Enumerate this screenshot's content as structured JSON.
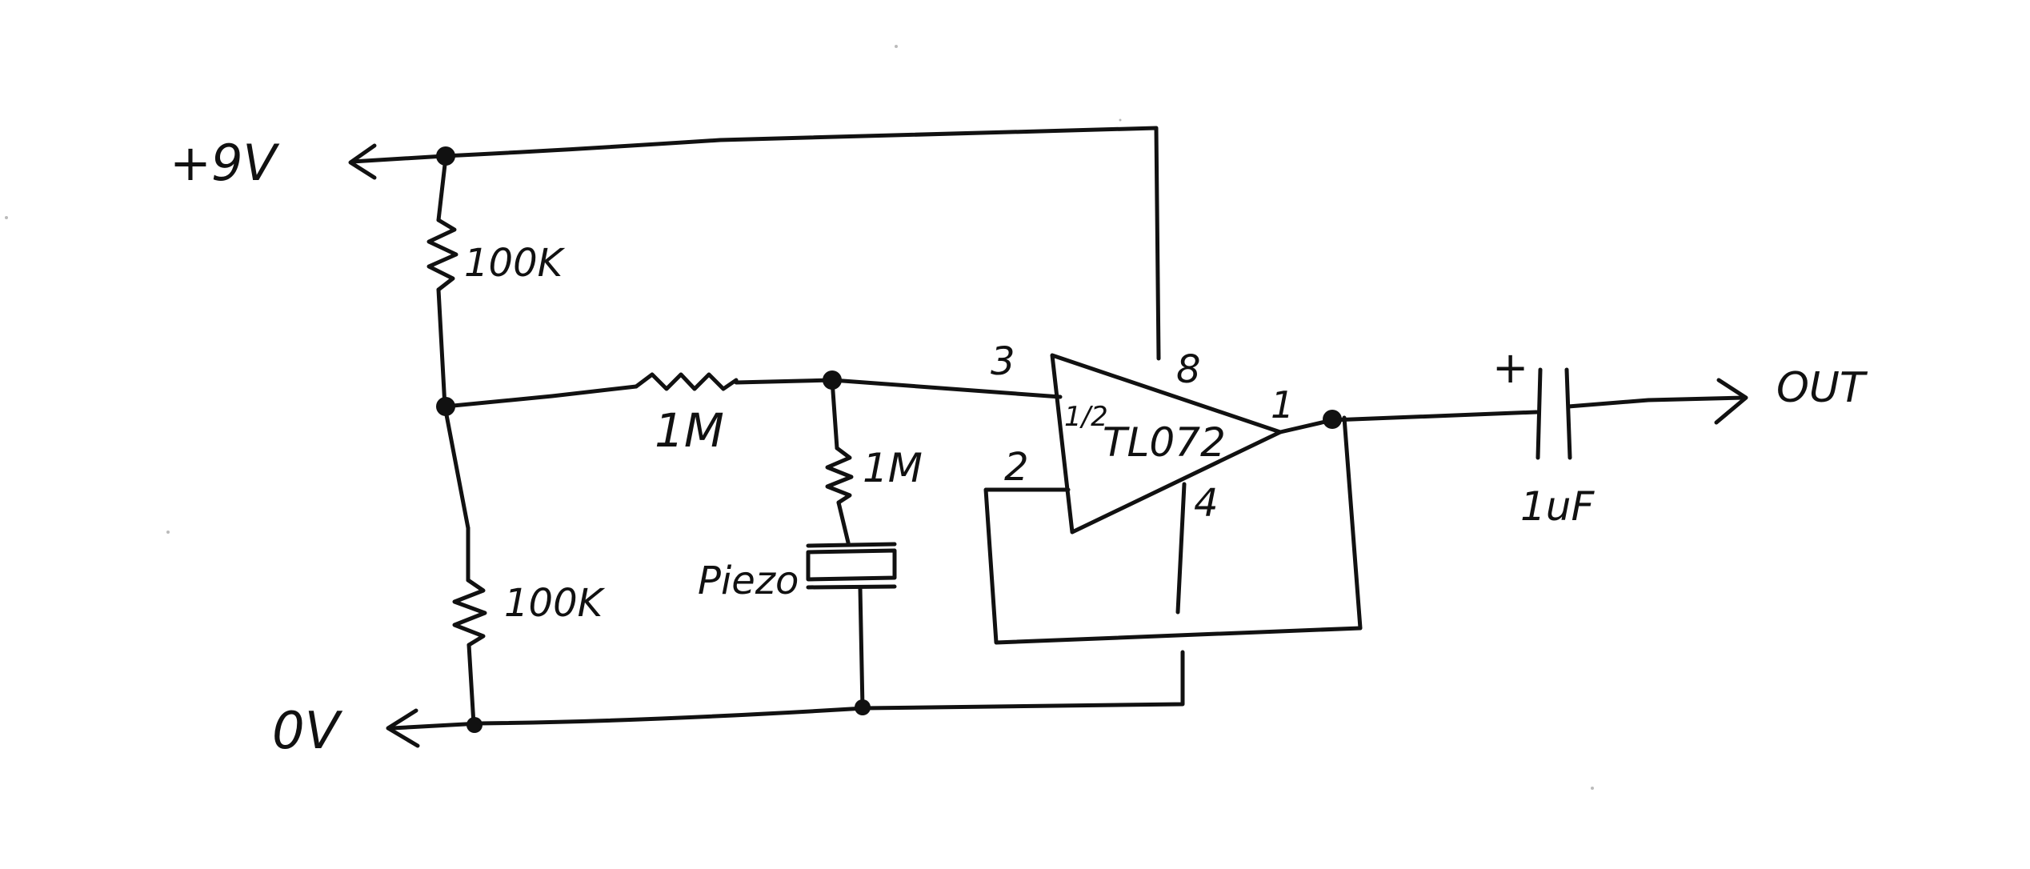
{
  "diagram": {
    "rails": {
      "vplus": "+9V",
      "ground": "0V",
      "output": "OUT"
    },
    "resistors": {
      "r_top": "100K",
      "r_bottom": "100K",
      "r_series": "1M",
      "r_piezo": "1M"
    },
    "piezo": "Piezo",
    "opamp": {
      "label_fraction": "1/2",
      "label_part": "TL072",
      "pin_plus": "3",
      "pin_minus": "2",
      "pin_vcc": "8",
      "pin_gnd": "4",
      "pin_out": "1"
    },
    "capacitor": {
      "value": "1uF",
      "polarity": "+"
    }
  }
}
